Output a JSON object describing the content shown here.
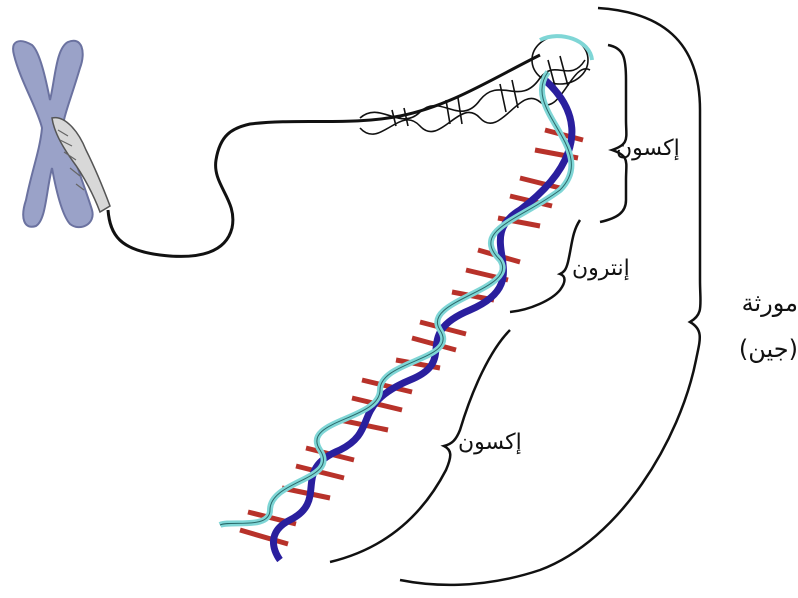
{
  "labels": {
    "exon_top": "إكسون",
    "intron": "إنترون",
    "exon_bottom": "إكسون",
    "gene_line1": "مورثة",
    "gene_line2": "(جين)"
  },
  "colors": {
    "chromosome": "#9aa2c8",
    "strand_a": "#7fd6d6",
    "strand_b": "#2a1f9e",
    "base_pairs": "#b8322a",
    "thread": "#111111"
  }
}
